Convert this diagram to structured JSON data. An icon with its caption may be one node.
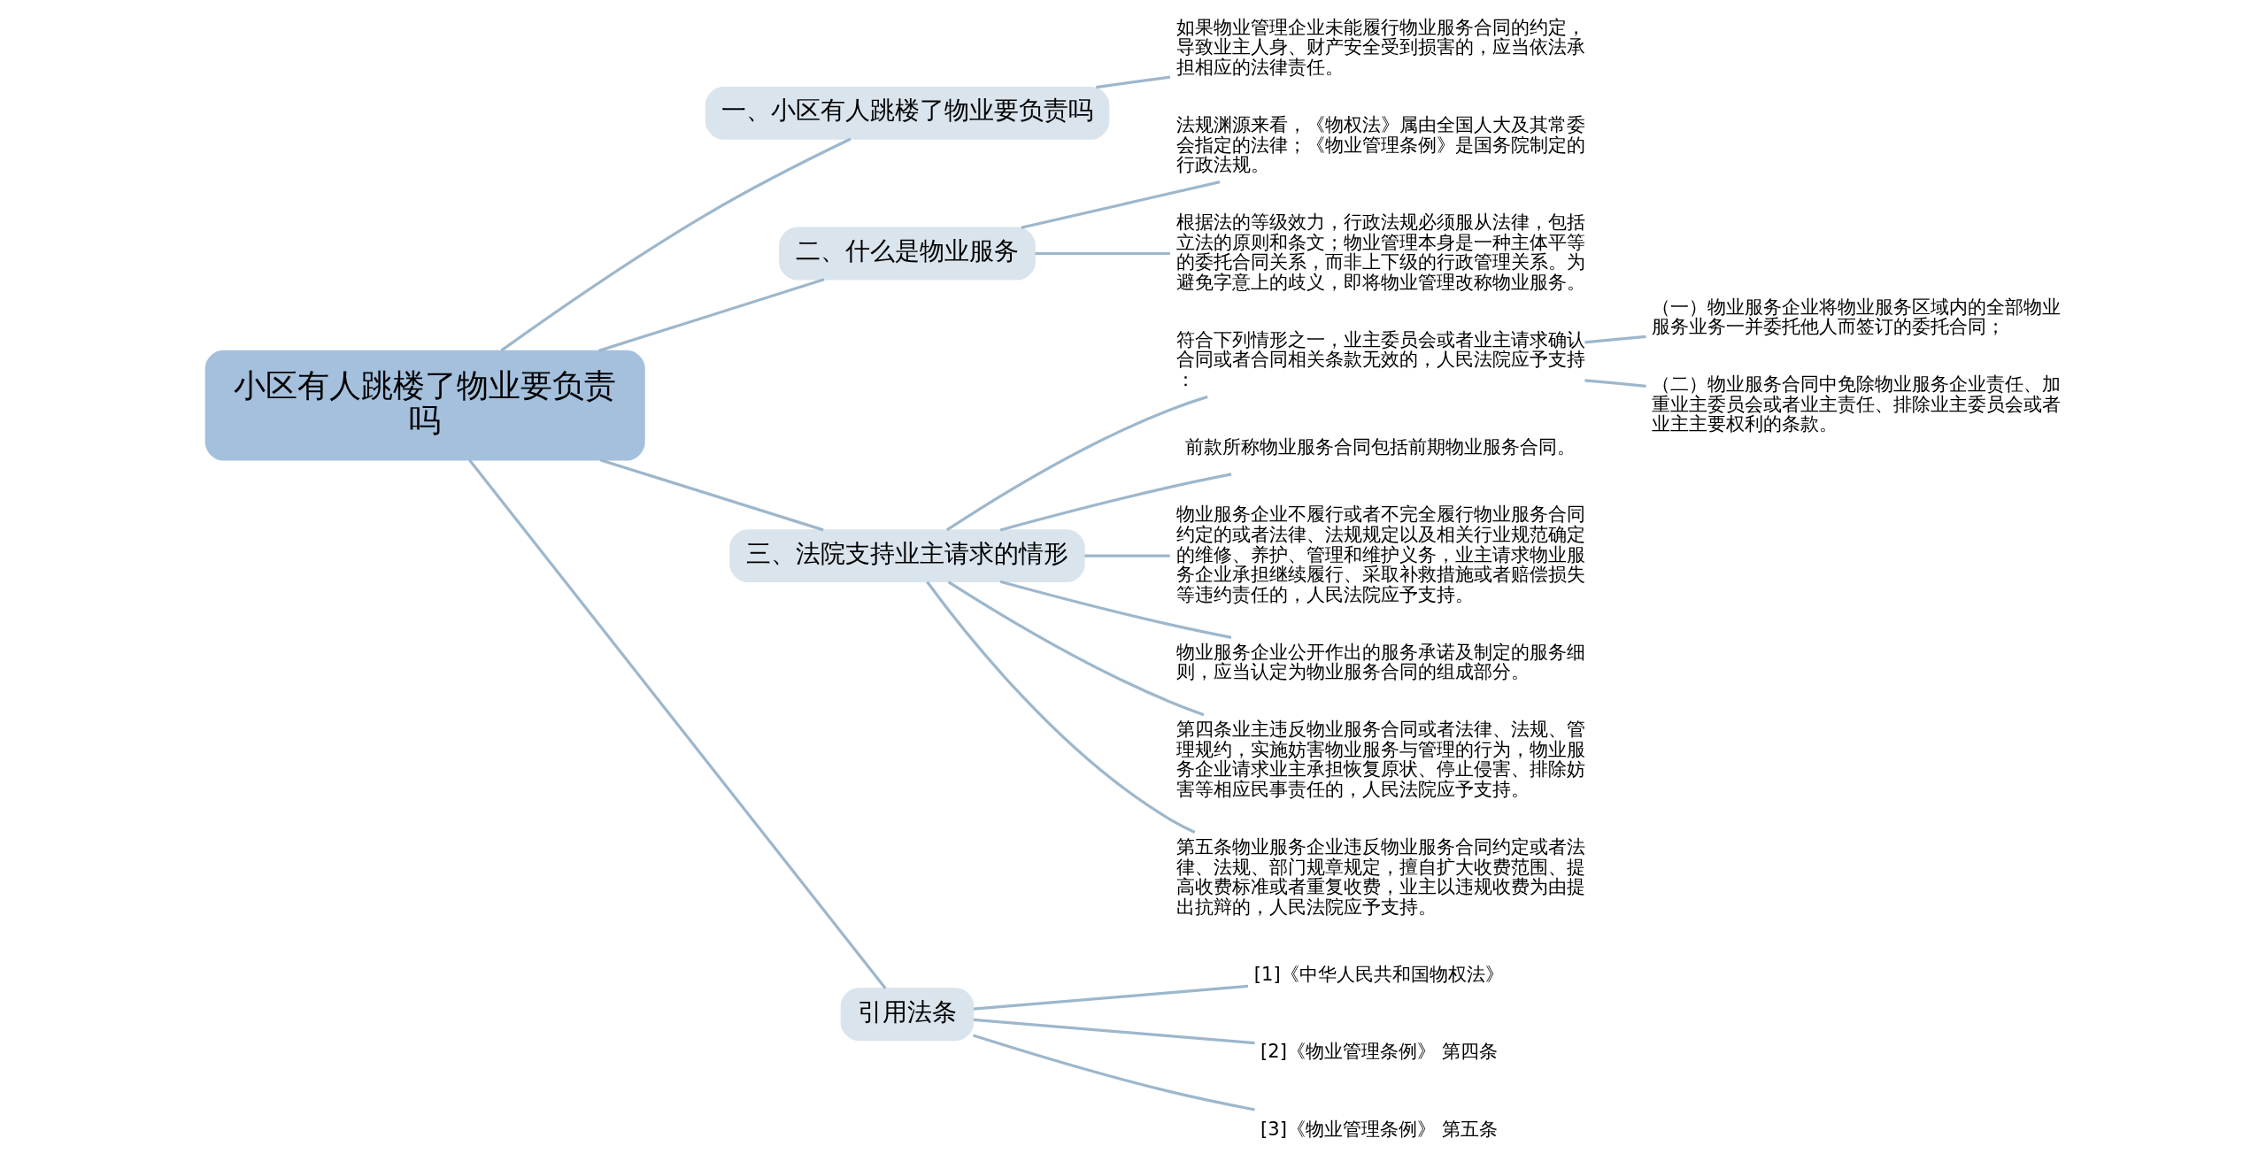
{
  "diagram": {
    "nodes": [
      {
        "text": [
          "小区有人跳楼了物业要负责吗"
        ]
      },
      {
        "text": [
          "一、小区有人跳楼了物业要负责吗"
        ]
      },
      {
        "text": [
          "如果物业管理企业未能履行物业服务合同的约定，导致业主人身、财产安全受到损害的，应当依法承担相应的法律责任。"
        ]
      },
      {
        "text": [
          "二、什么是物业服务"
        ]
      },
      {
        "text": [
          "法规渊源来看，《物权法》属由全国人大及其常委会指定的法律；《物业管理条例》是国务院制定的行政法规。"
        ]
      },
      {
        "text": [
          "根据法的等级效力，行政法规必须服从法律，包括立法的原则和条文；物业管理本身是一种主体平等的委托合同关系，而非上下级的行政管理关系。为避免字意上的歧义，即将物业管理改称物业服务。"
        ]
      },
      {
        "text": [
          "三、法院支持业主请求的情形"
        ]
      },
      {
        "text": [
          "符合下列情形之一，业主委员会或者业主请求确认合同或者合同相关条款无效的，人民法院应予支持："
        ]
      },
      {
        "text": [
          "（一）物业服务企业将物业服务区域内的全部物业服务业务一并委托他人而签订的委托合同；"
        ]
      },
      {
        "text": [
          "（二）物业服务合同中免除物业服务企业责任、加重业主委员会或者业主责任、排除业主委员会或者业主主要权利的条款。"
        ]
      },
      {
        "text": [
          "前款所称物业服务合同包括前期物业服务合同。"
        ]
      },
      {
        "text": [
          "物业服务企业不履行或者不完全履行物业服务合同约定的或者法律、法规规定以及相关行业规范确定的维修、养护、管理和维护义务，业主请求物业服务企业承担继续履行、采取补救措施或者赔偿损失等违约责任的，人民法院应予支持。"
        ]
      },
      {
        "text": [
          "物业服务企业公开作出的服务承诺及制定的服务细则，应当认定为物业服务合同的组成部分。"
        ]
      },
      {
        "text": [
          "第四条业主违反物业服务合同或者法律、法规、管理规约，实施妨害物业服务与管理的行为，物业服务企业请求业主承担恢复原状、停止侵害、排除妨害等相应民事责任的，人民法院应予支持。"
        ]
      },
      {
        "text": [
          "第五条物业服务企业违反物业服务合同约定或者法律、法规、部门规章规定，擅自扩大收费范围、提高收费标准或者重复收费，业主以违规收费为由提出抗辩的，人民法院应予支持。"
        ]
      },
      {
        "text": [
          "引用法条"
        ]
      },
      {
        "text": [
          "[1]《中华人民共和国物权法》"
        ]
      },
      {
        "text": [
          "[2]《物业管理条例》 第四条"
        ]
      },
      {
        "text": [
          "[3]《物业管理条例》 第五条"
        ]
      }
    ],
    "edges": [
      {
        "from": 0,
        "to": 1,
        "arrow": "none"
      },
      {
        "from": 1,
        "to": 2,
        "arrow": "none"
      },
      {
        "from": 0,
        "to": 3,
        "arrow": "none"
      },
      {
        "from": 3,
        "to": 4,
        "arrow": "none"
      },
      {
        "from": 3,
        "to": 5,
        "arrow": "none"
      },
      {
        "from": 0,
        "to": 6,
        "arrow": "none"
      },
      {
        "from": 6,
        "to": 7,
        "arrow": "none"
      },
      {
        "from": 7,
        "to": 8,
        "arrow": "none"
      },
      {
        "from": 7,
        "to": 9,
        "arrow": "none"
      },
      {
        "from": 6,
        "to": 10,
        "arrow": "none"
      },
      {
        "from": 6,
        "to": 11,
        "arrow": "none"
      },
      {
        "from": 6,
        "to": 12,
        "arrow": "none"
      },
      {
        "from": 6,
        "to": 13,
        "arrow": "none"
      },
      {
        "from": 6,
        "to": 14,
        "arrow": "none"
      },
      {
        "from": 0,
        "to": 15,
        "arrow": "none"
      },
      {
        "from": 15,
        "to": 16,
        "arrow": "none"
      },
      {
        "from": 15,
        "to": 17,
        "arrow": "none"
      },
      {
        "from": 15,
        "to": 18,
        "arrow": "none"
      }
    ]
  }
}
